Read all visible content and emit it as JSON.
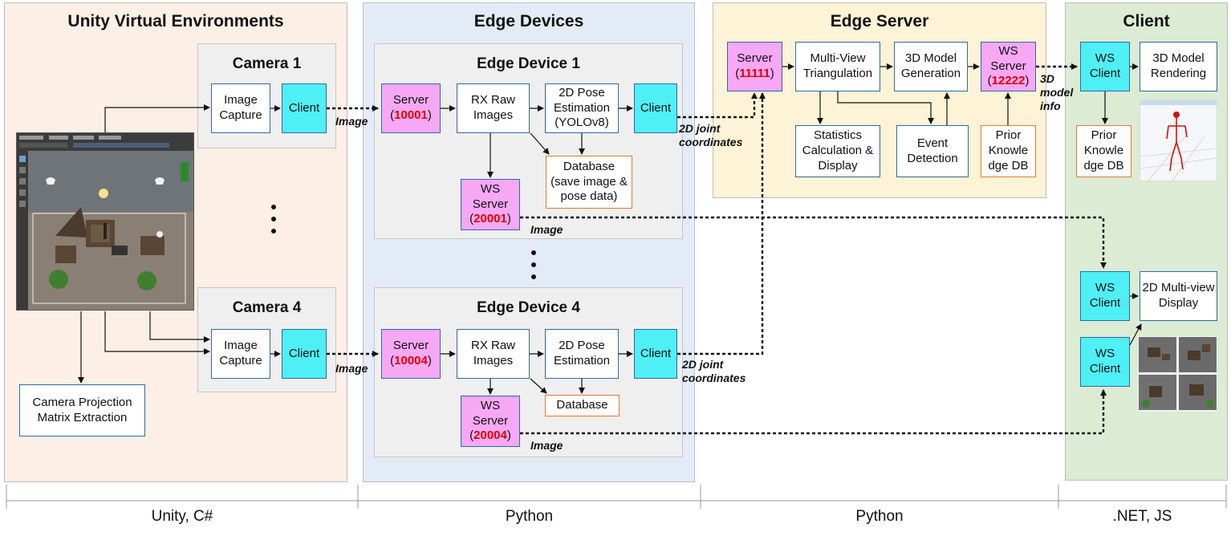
{
  "sections": {
    "unity": {
      "title": "Unity Virtual Environments"
    },
    "edge_devices": {
      "title": "Edge Devices"
    },
    "edge_server": {
      "title": "Edge Server"
    },
    "client": {
      "title": "Client"
    }
  },
  "unity": {
    "camera1": {
      "title": "Camera 1",
      "capture": "Image Capture",
      "client": "Client"
    },
    "camera4": {
      "title": "Camera 4",
      "capture": "Image Capture",
      "client": "Client"
    },
    "projection": "Camera Projection Matrix Extraction"
  },
  "device1": {
    "title": "Edge Device 1",
    "server": "Server",
    "server_port": "10001",
    "rx": "RX Raw Images",
    "pose": "2D Pose Estimation (YOLOv8)",
    "client": "Client",
    "db": "Database (save image & pose data)",
    "ws": "WS Server",
    "ws_port": "20001"
  },
  "device4": {
    "title": "Edge Device 4",
    "server": "Server",
    "server_port": "10004",
    "rx": "RX Raw Images",
    "pose": "2D Pose Estimation",
    "client": "Client",
    "db": "Database",
    "ws": "WS Server",
    "ws_port": "20004"
  },
  "server": {
    "server": "Server",
    "server_port": "11111",
    "triangulation": "Multi-View Triangulation",
    "model_gen": "3D Model Generation",
    "ws": "WS Server",
    "ws_port": "12222",
    "stats": "Statistics Calculation & Display",
    "event": "Event Detection",
    "prior": "Prior Knowle dge DB"
  },
  "client": {
    "ws1": "WS Client",
    "render": "3D Model Rendering",
    "prior": "Prior Knowle dge DB",
    "ws2": "WS Client",
    "multiview": "2D Multi-view Display",
    "ws3": "WS Client"
  },
  "labels": {
    "image": "Image",
    "joints": "2D joint coordinates",
    "model_info": "3D model info"
  },
  "stack": {
    "unity": "Unity, C#",
    "python1": "Python",
    "python2": "Python",
    "net": ".NET, JS"
  }
}
